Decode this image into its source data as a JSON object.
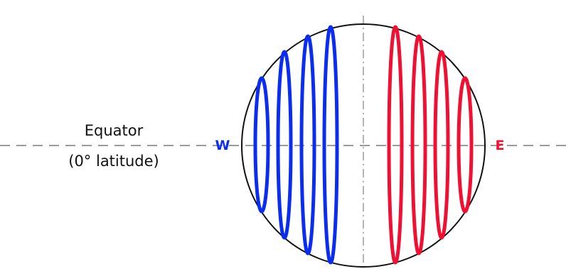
{
  "equator_label": {
    "title": "Equator",
    "subtitle": "(0° latitude)"
  },
  "directions": {
    "west": {
      "label": "W",
      "color": "#0b2df0"
    },
    "east": {
      "label": "E",
      "color": "#ee1133"
    }
  },
  "colors": {
    "globe_outline": "#111111",
    "equator_line": "#9a9a9a",
    "axis_line": "#9a9a9a",
    "west_meridians": "#0b2df0",
    "east_meridians": "#ee1133"
  },
  "meridians": {
    "west_count": 4,
    "east_count": 4
  }
}
